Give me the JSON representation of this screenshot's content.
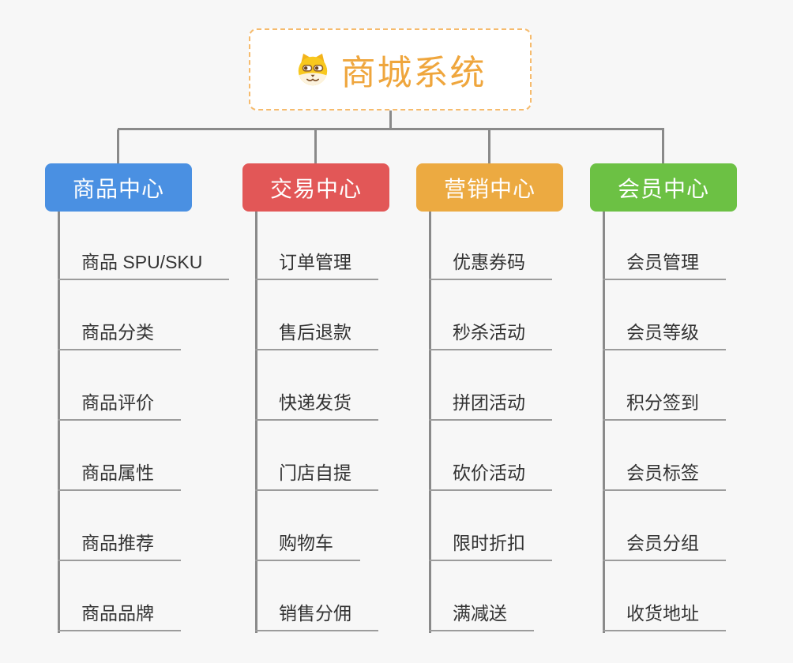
{
  "root": {
    "title": "商城系统",
    "icon": "dog-face-icon"
  },
  "branches": [
    {
      "label": "商品中心",
      "color": "#4a90e2",
      "children": [
        "商品 SPU/SKU",
        "商品分类",
        "商品评价",
        "商品属性",
        "商品推荐",
        "商品品牌"
      ]
    },
    {
      "label": "交易中心",
      "color": "#e25757",
      "children": [
        "订单管理",
        "售后退款",
        "快递发货",
        "门店自提",
        "购物车",
        "销售分佣"
      ]
    },
    {
      "label": "营销中心",
      "color": "#ecaa41",
      "children": [
        "优惠券码",
        "秒杀活动",
        "拼团活动",
        "砍价活动",
        "限时折扣",
        "满减送"
      ]
    },
    {
      "label": "会员中心",
      "color": "#6cc144",
      "children": [
        "会员管理",
        "会员等级",
        "积分签到",
        "会员标签",
        "会员分组",
        "收货地址"
      ]
    }
  ],
  "colors": {
    "canvas_bg": "#f7f7f7",
    "connector": "#8a8a8a",
    "underline": "#9c9c9c",
    "item_text": "#333333",
    "root_border": "#f6bb6d",
    "root_title": "#efa63d",
    "node_text": "#ffffff"
  }
}
